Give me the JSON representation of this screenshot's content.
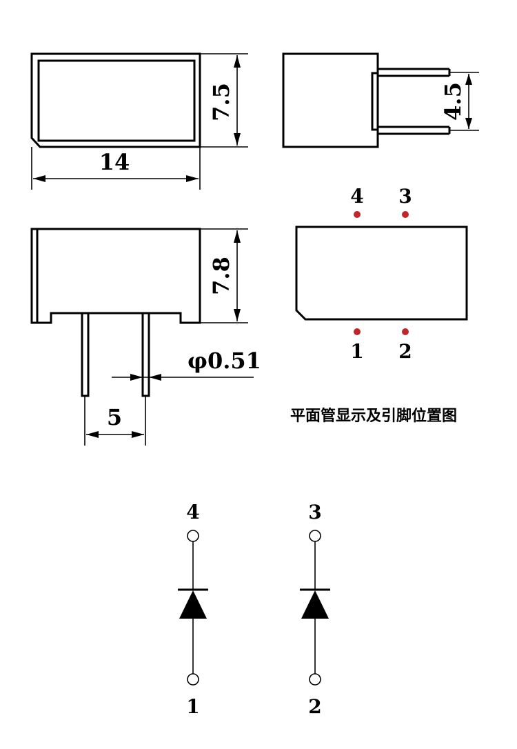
{
  "dimensions": {
    "width": "14",
    "height_front": "7.5",
    "height_side_pins": "4.5",
    "height_front_pins": "7.8",
    "pin_diameter": "φ0.51",
    "pin_pitch": "5"
  },
  "top_view": {
    "caption": "平面管显示及引脚位置图",
    "pins_top": [
      "4",
      "3"
    ],
    "pins_bottom": [
      "1",
      "2"
    ],
    "pin_color": "#c0252a"
  },
  "schematic": {
    "diodes": [
      {
        "anode_pin": "1",
        "cathode_pin": "4"
      },
      {
        "anode_pin": "2",
        "cathode_pin": "3"
      }
    ]
  }
}
